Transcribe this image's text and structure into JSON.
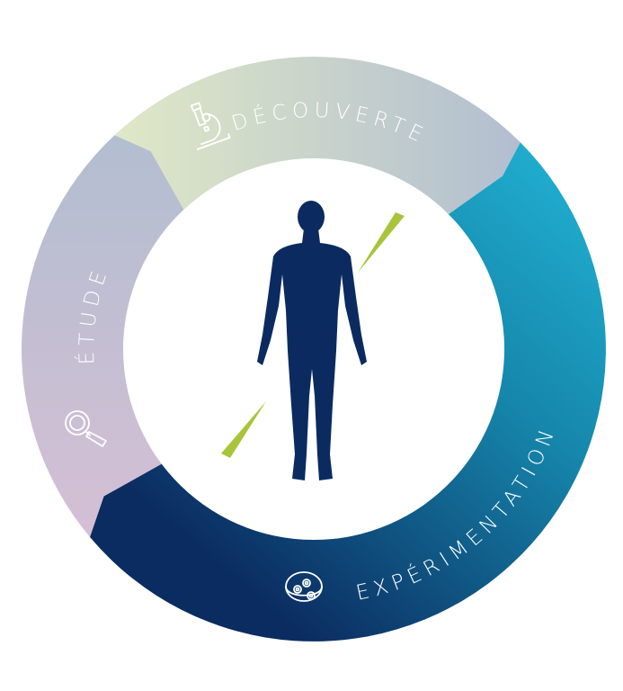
{
  "diagram": {
    "segments": [
      {
        "id": "decouverte",
        "label": "DÉCOUVERTE",
        "icon": "microscope-icon",
        "colors": [
          "#dfe8c6",
          "#b2bed0"
        ]
      },
      {
        "id": "experimentation",
        "label": "EXPÉRIMENTATION",
        "icon": "petri-dish-icon",
        "colors": [
          "#22b6d7",
          "#0b2c61"
        ]
      },
      {
        "id": "etude",
        "label": "ÉTUDE",
        "icon": "magnifying-glass-icon",
        "colors": [
          "#b2bed0",
          "#d5bfd5"
        ]
      }
    ],
    "center": {
      "figure": "human-silhouette",
      "color": "#0b2b60",
      "accent": "#a8c43a"
    }
  }
}
